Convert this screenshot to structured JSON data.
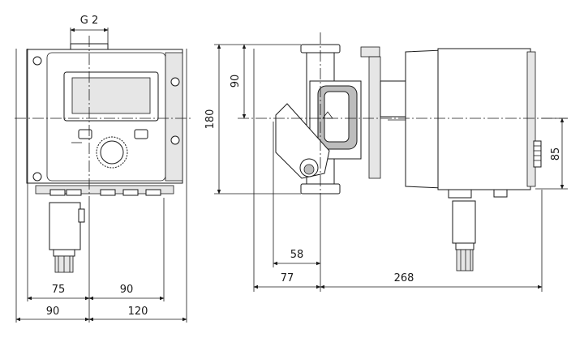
{
  "dimensions": {
    "thread": "G 2",
    "front_width_left": "90",
    "front_width_right": "120",
    "front_pipe_left": "75",
    "front_pipe_right": "90",
    "side_height_total": "180",
    "side_height_upper": "90",
    "side_motor_axis": "85",
    "side_depth_front": "58",
    "side_depth_rear": "77",
    "side_depth_total": "268"
  },
  "colors": {
    "line": "#1a1a1a",
    "fill_light": "#e6e6e6",
    "fill_mid": "#bdbdbd",
    "background": "#ffffff"
  }
}
